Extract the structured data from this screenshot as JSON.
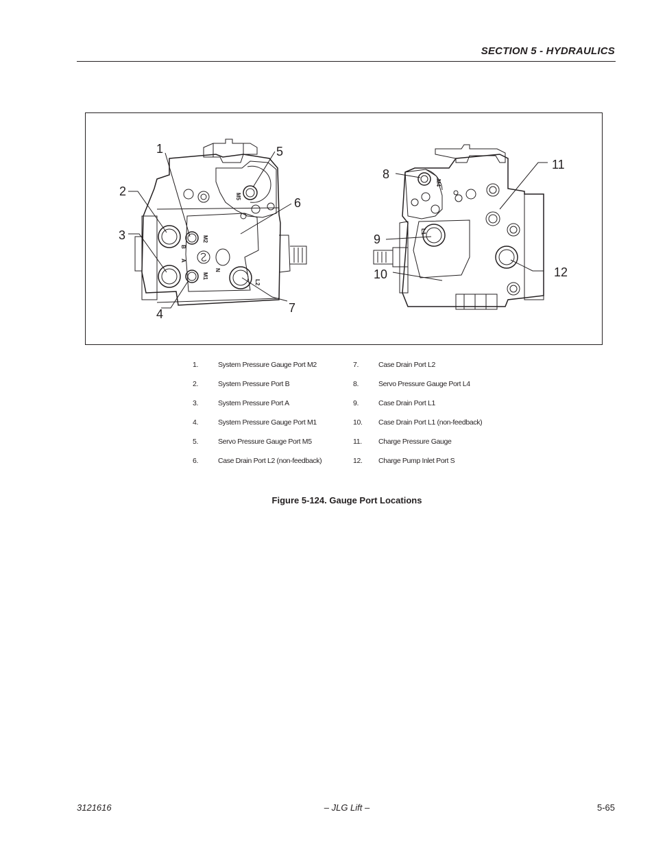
{
  "header": {
    "section_title": "SECTION 5 - HYDRAULICS"
  },
  "figure": {
    "callouts": [
      "1",
      "2",
      "3",
      "4",
      "5",
      "6",
      "7",
      "8",
      "9",
      "10",
      "11",
      "12"
    ],
    "port_stamps": [
      "M2",
      "M1",
      "M5",
      "L2",
      "N",
      "B",
      "A",
      "L1",
      "M4"
    ],
    "caption": "Figure 5-124.  Gauge Port Locations"
  },
  "legend": {
    "left": [
      {
        "num": "1.",
        "text": "System Pressure Gauge Port M2"
      },
      {
        "num": "2.",
        "text": "System Pressure Port B"
      },
      {
        "num": "3.",
        "text": "System Pressure Port A"
      },
      {
        "num": "4.",
        "text": "System Pressure Gauge Port M1"
      },
      {
        "num": "5.",
        "text": "Servo Pressure Gauge Port M5"
      },
      {
        "num": "6.",
        "text": "Case Drain Port L2 (non-feedback)"
      }
    ],
    "right": [
      {
        "num": "7.",
        "text": "Case Drain Port L2"
      },
      {
        "num": "8.",
        "text": "Servo Pressure Gauge Port L4"
      },
      {
        "num": "9.",
        "text": "Case Drain Port L1"
      },
      {
        "num": "10.",
        "text": "Case Drain Port L1 (non-feedback)"
      },
      {
        "num": "11.",
        "text": "Charge Pressure Gauge"
      },
      {
        "num": "12.",
        "text": "Charge Pump Inlet Port S"
      }
    ]
  },
  "footer": {
    "doc_number": "3121616",
    "publisher": "– JLG Lift –",
    "page_number": "5-65"
  }
}
